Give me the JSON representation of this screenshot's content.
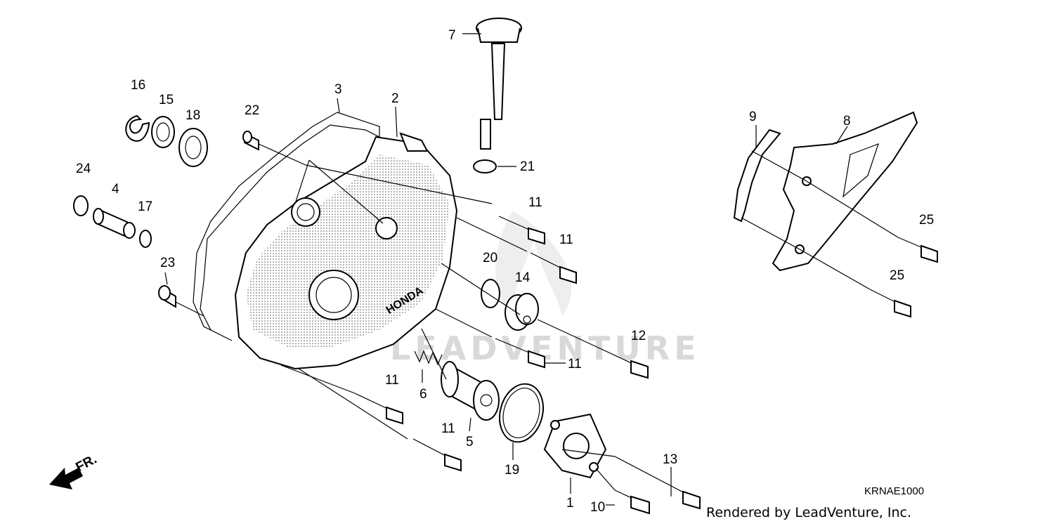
{
  "diagram": {
    "callouts": [
      "7",
      "16",
      "15",
      "18",
      "3",
      "2",
      "22",
      "21",
      "24",
      "4",
      "17",
      "11",
      "11",
      "20",
      "14",
      "23",
      "12",
      "11",
      "9",
      "8",
      "25",
      "25",
      "11",
      "6",
      "11",
      "5",
      "19",
      "1",
      "13",
      "10"
    ],
    "diagram_code": "KRNAE1000",
    "credit": "Rendered by LeadVenture, Inc.",
    "direction_label": "FR.",
    "watermark": "LEADVENTURE"
  }
}
